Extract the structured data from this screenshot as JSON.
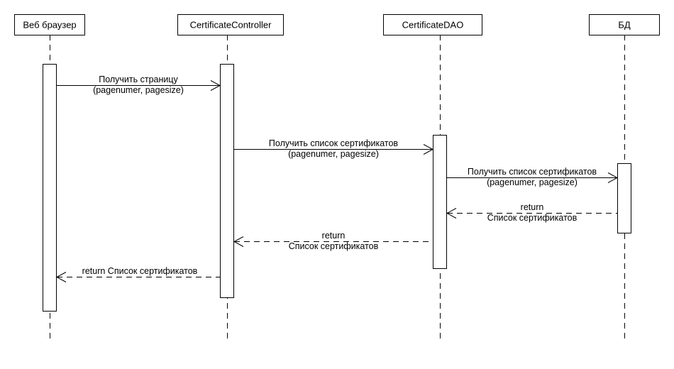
{
  "diagram": {
    "type": "uml-sequence",
    "participants": [
      {
        "id": "browser",
        "label": "Веб браузер"
      },
      {
        "id": "controller",
        "label": "CertificateController"
      },
      {
        "id": "dao",
        "label": "CertificateDAO"
      },
      {
        "id": "db",
        "label": "БД"
      }
    ],
    "messages": [
      {
        "from": "browser",
        "to": "controller",
        "kind": "call",
        "lines": [
          "Получить страницу",
          "(pagenumer, pagesize)"
        ]
      },
      {
        "from": "controller",
        "to": "dao",
        "kind": "call",
        "lines": [
          "Получить список сертификатов",
          "(pagenumer, pagesize)"
        ]
      },
      {
        "from": "dao",
        "to": "db",
        "kind": "call",
        "lines": [
          "Получить список сертификатов",
          "(pagenumer, pagesize)"
        ]
      },
      {
        "from": "db",
        "to": "dao",
        "kind": "return",
        "lines": [
          "return",
          "Список сертификатов"
        ]
      },
      {
        "from": "dao",
        "to": "controller",
        "kind": "return",
        "lines": [
          "return",
          "Список сертификатов"
        ]
      },
      {
        "from": "controller",
        "to": "browser",
        "kind": "return",
        "lines": [
          "return Список сертификатов"
        ]
      }
    ]
  }
}
